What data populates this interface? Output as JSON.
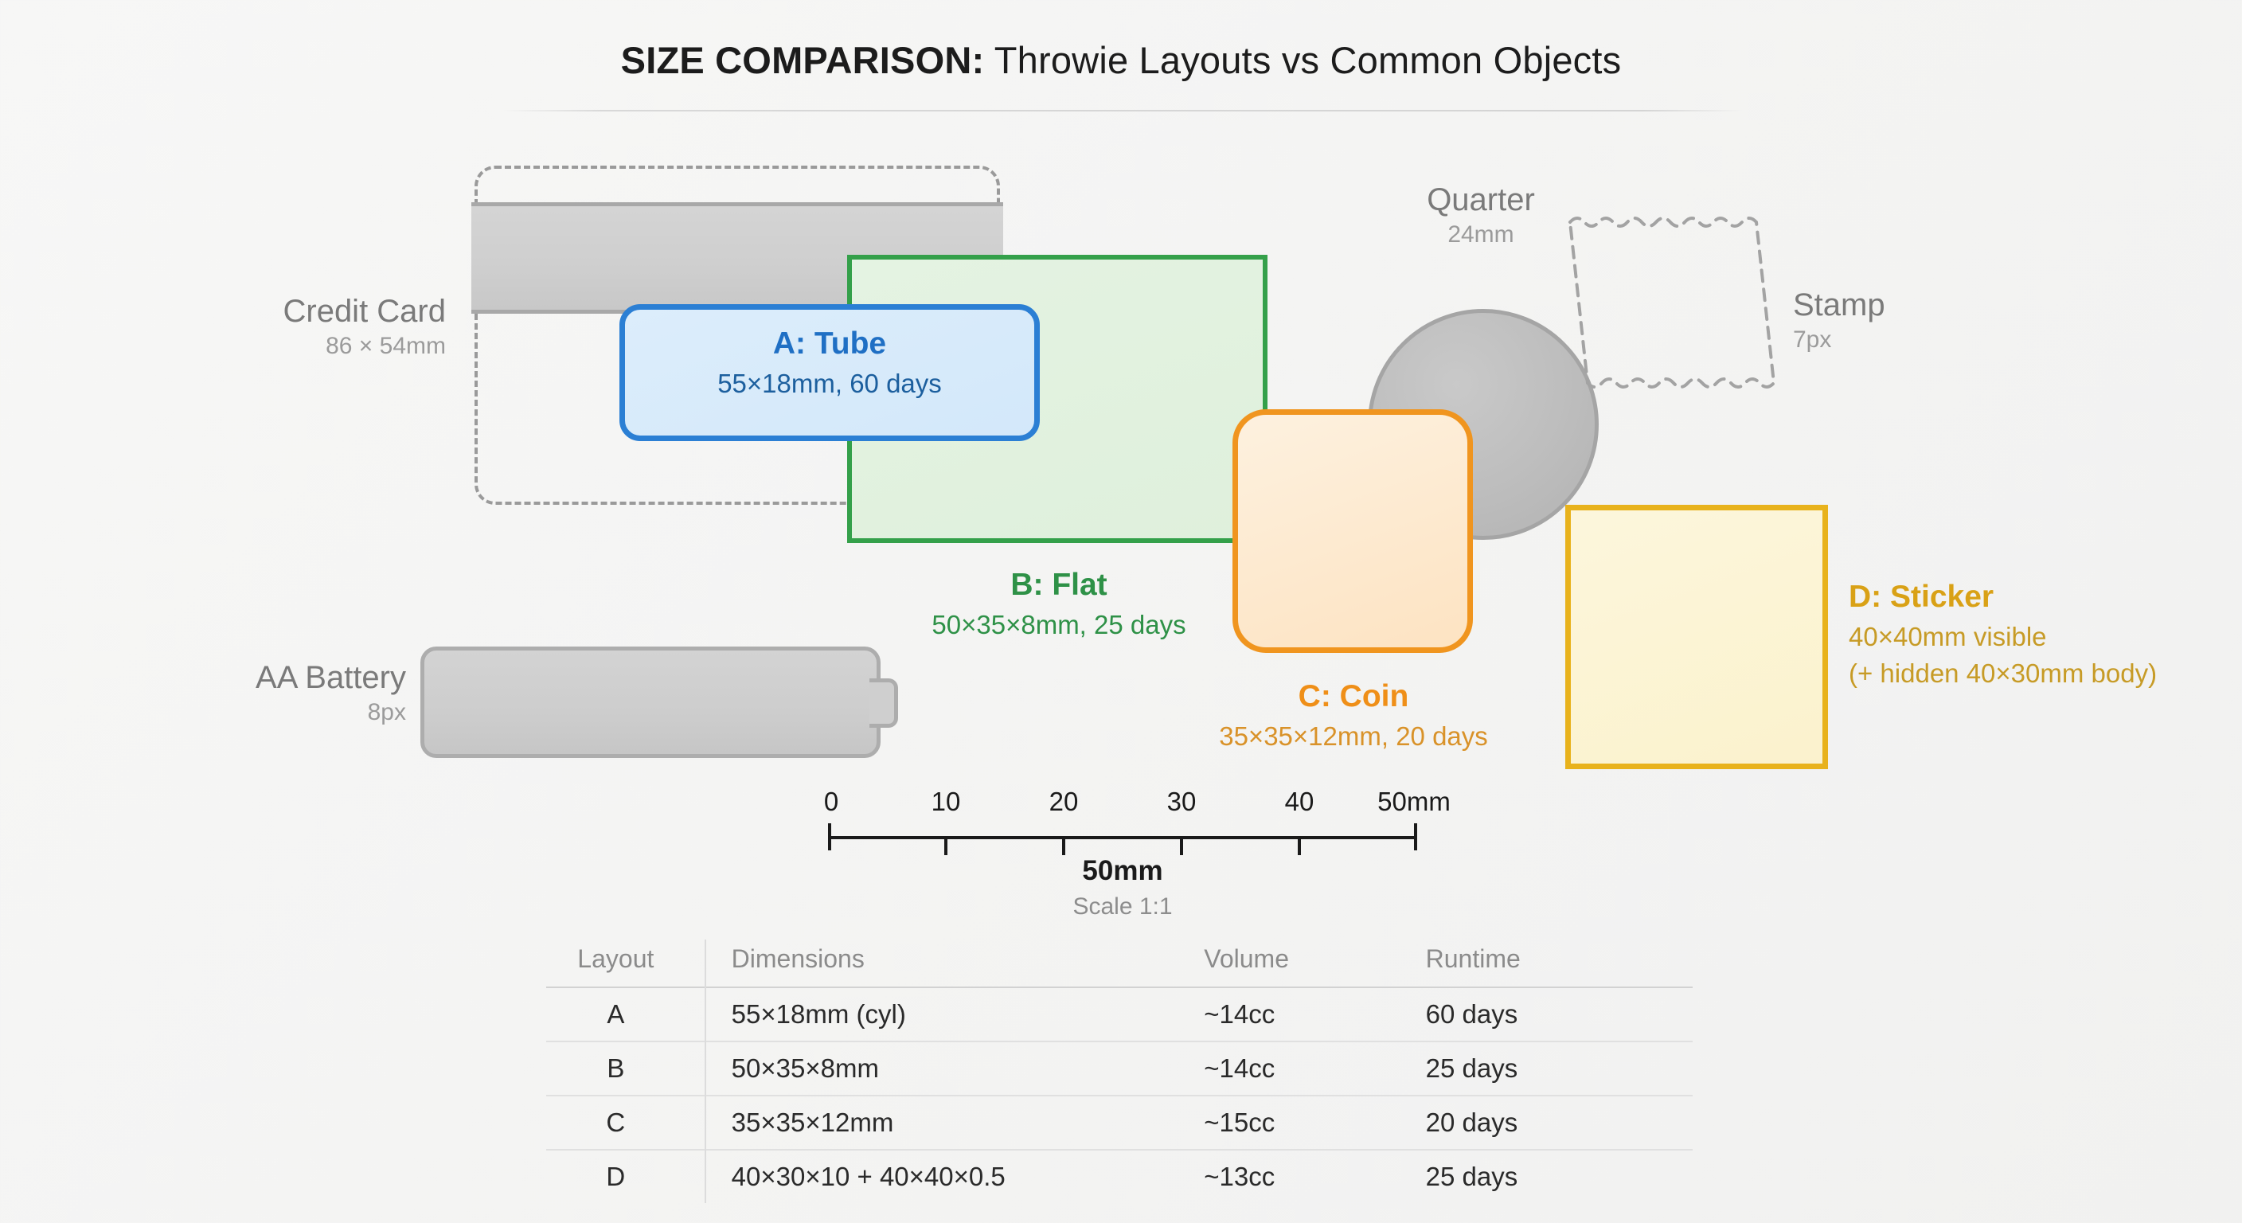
{
  "title": {
    "strong": "SIZE COMPARISON:",
    "light": " Throwie Layouts vs Common Objects"
  },
  "reference_objects": {
    "credit_card": {
      "name": "Credit Card",
      "sub": "86 × 54mm"
    },
    "aa_battery": {
      "name": "AA Battery",
      "sub": "8px"
    },
    "quarter": {
      "name": "Quarter",
      "sub": "24mm"
    },
    "stamp": {
      "name": "Stamp",
      "sub": "7px"
    }
  },
  "layouts": {
    "a": {
      "name": "A: Tube",
      "sub": "55×18mm, 60 days"
    },
    "b": {
      "name": "B: Flat",
      "sub": "50×35×8mm, 25 days"
    },
    "c": {
      "name": "C: Coin",
      "sub": "35×35×12mm, 20 days"
    },
    "d": {
      "name": "D: Sticker",
      "sub": "40×40mm visible",
      "sub2": "(+ hidden 40×30mm body)"
    }
  },
  "ruler": {
    "ticks": [
      "0",
      "10",
      "20",
      "30",
      "40",
      "50mm"
    ],
    "caption": "50mm",
    "scale": "Scale 1:1"
  },
  "table": {
    "headers": [
      "Layout",
      "Dimensions",
      "Volume",
      "Runtime"
    ],
    "rows": [
      {
        "layout": "A",
        "dimensions": "55×18mm (cyl)",
        "volume": "~14cc",
        "runtime": "60 days"
      },
      {
        "layout": "B",
        "dimensions": "50×35×8mm",
        "volume": "~14cc",
        "runtime": "25 days"
      },
      {
        "layout": "C",
        "dimensions": "35×35×12mm",
        "volume": "~15cc",
        "runtime": "20 days"
      },
      {
        "layout": "D",
        "dimensions": "40×30×10 + 40×40×0.5",
        "volume": "~13cc",
        "runtime": "25 days"
      }
    ]
  },
  "colors": {
    "tube_blue": "#2b7fd4",
    "flat_green": "#34a04a",
    "coin_orange": "#f0951f",
    "sticker_yellow": "#e8b21c",
    "reference_gray": "#9a9a9a",
    "background": "#f5f5f4"
  }
}
